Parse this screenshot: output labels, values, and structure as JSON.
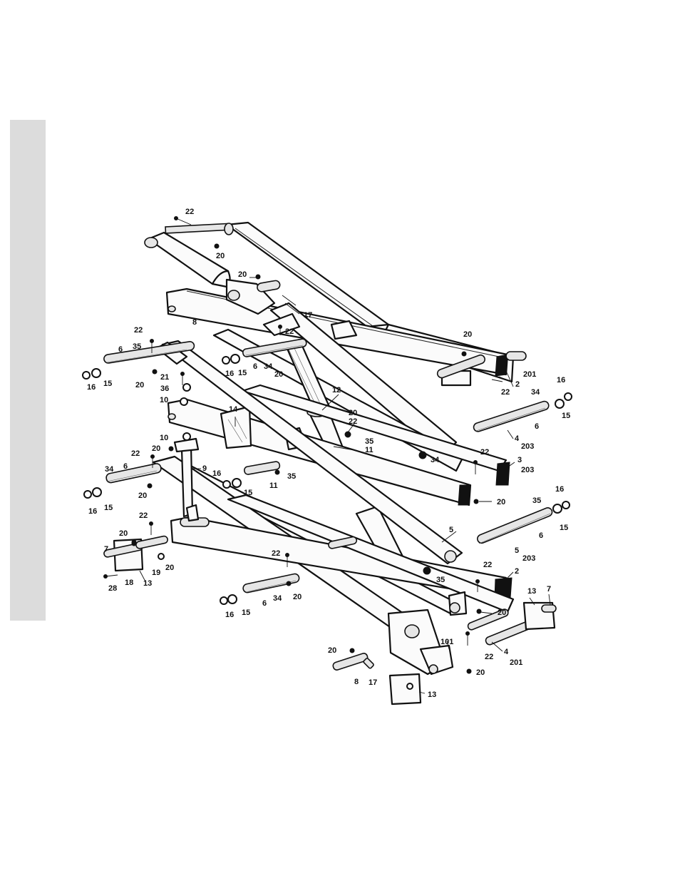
{
  "diagram": {
    "labels": [
      {
        "id": "l1",
        "text": "22"
      },
      {
        "id": "l2",
        "text": "20"
      },
      {
        "id": "l3",
        "text": "20"
      },
      {
        "id": "l4",
        "text": "17"
      },
      {
        "id": "l5",
        "text": "8"
      },
      {
        "id": "l6",
        "text": "22"
      },
      {
        "id": "l7",
        "text": "22"
      },
      {
        "id": "l8",
        "text": "35"
      },
      {
        "id": "l9",
        "text": "6"
      },
      {
        "id": "l10",
        "text": "16"
      },
      {
        "id": "l11",
        "text": "15"
      },
      {
        "id": "l12",
        "text": "20"
      },
      {
        "id": "l13",
        "text": "16"
      },
      {
        "id": "l14",
        "text": "15"
      },
      {
        "id": "l15",
        "text": "6"
      },
      {
        "id": "l16",
        "text": "34"
      },
      {
        "id": "l17",
        "text": "20"
      },
      {
        "id": "l18",
        "text": "21"
      },
      {
        "id": "l19",
        "text": "36"
      },
      {
        "id": "l20",
        "text": "10"
      },
      {
        "id": "l21",
        "text": "12"
      },
      {
        "id": "l22",
        "text": "20"
      },
      {
        "id": "l23",
        "text": "22"
      },
      {
        "id": "l24",
        "text": "14"
      },
      {
        "id": "l25",
        "text": "10"
      },
      {
        "id": "l26",
        "text": "35"
      },
      {
        "id": "l27",
        "text": "11"
      },
      {
        "id": "l28",
        "text": "22"
      },
      {
        "id": "l29",
        "text": "20"
      },
      {
        "id": "l30",
        "text": "9"
      },
      {
        "id": "l31",
        "text": "34"
      },
      {
        "id": "l32",
        "text": "6"
      },
      {
        "id": "l33",
        "text": "20"
      },
      {
        "id": "l34",
        "text": "16"
      },
      {
        "id": "l35",
        "text": "15"
      },
      {
        "id": "l36",
        "text": "16"
      },
      {
        "id": "l37",
        "text": "15"
      },
      {
        "id": "l38",
        "text": "11"
      },
      {
        "id": "l39",
        "text": "35"
      },
      {
        "id": "l40",
        "text": "34"
      },
      {
        "id": "l41",
        "text": "22"
      },
      {
        "id": "l42",
        "text": "20"
      },
      {
        "id": "l43",
        "text": "7"
      },
      {
        "id": "l44",
        "text": "20"
      },
      {
        "id": "l45",
        "text": "19"
      },
      {
        "id": "l46",
        "text": "28"
      },
      {
        "id": "l47",
        "text": "18"
      },
      {
        "id": "l48",
        "text": "13"
      },
      {
        "id": "l49",
        "text": "22"
      },
      {
        "id": "l50",
        "text": "16"
      },
      {
        "id": "l51",
        "text": "15"
      },
      {
        "id": "l52",
        "text": "6"
      },
      {
        "id": "l53",
        "text": "34"
      },
      {
        "id": "l54",
        "text": "20"
      },
      {
        "id": "l55",
        "text": "20"
      },
      {
        "id": "l56",
        "text": "201"
      },
      {
        "id": "l57",
        "text": "22"
      },
      {
        "id": "l58",
        "text": "2"
      },
      {
        "id": "l59",
        "text": "16"
      },
      {
        "id": "l60",
        "text": "34"
      },
      {
        "id": "l61",
        "text": "15"
      },
      {
        "id": "l62",
        "text": "6"
      },
      {
        "id": "l63",
        "text": "4"
      },
      {
        "id": "l64",
        "text": "203"
      },
      {
        "id": "l65",
        "text": "22"
      },
      {
        "id": "l66",
        "text": "3"
      },
      {
        "id": "l67",
        "text": "203"
      },
      {
        "id": "l68",
        "text": "20"
      },
      {
        "id": "l69",
        "text": "16"
      },
      {
        "id": "l70",
        "text": "35"
      },
      {
        "id": "l71",
        "text": "15"
      },
      {
        "id": "l72",
        "text": "6"
      },
      {
        "id": "l73",
        "text": "5"
      },
      {
        "id": "l74",
        "text": "5"
      },
      {
        "id": "l75",
        "text": "203"
      },
      {
        "id": "l76",
        "text": "35"
      },
      {
        "id": "l77",
        "text": "22"
      },
      {
        "id": "l78",
        "text": "2"
      },
      {
        "id": "l79",
        "text": "20"
      },
      {
        "id": "l80",
        "text": "13"
      },
      {
        "id": "l81",
        "text": "7"
      },
      {
        "id": "l82",
        "text": "101"
      },
      {
        "id": "l83",
        "text": "22"
      },
      {
        "id": "l84",
        "text": "4"
      },
      {
        "id": "l85",
        "text": "201"
      },
      {
        "id": "l86",
        "text": "20"
      },
      {
        "id": "l87",
        "text": "20"
      },
      {
        "id": "l88",
        "text": "8"
      },
      {
        "id": "l89",
        "text": "17"
      },
      {
        "id": "l90",
        "text": "13"
      },
      {
        "id": "l91",
        "text": "34"
      }
    ]
  }
}
